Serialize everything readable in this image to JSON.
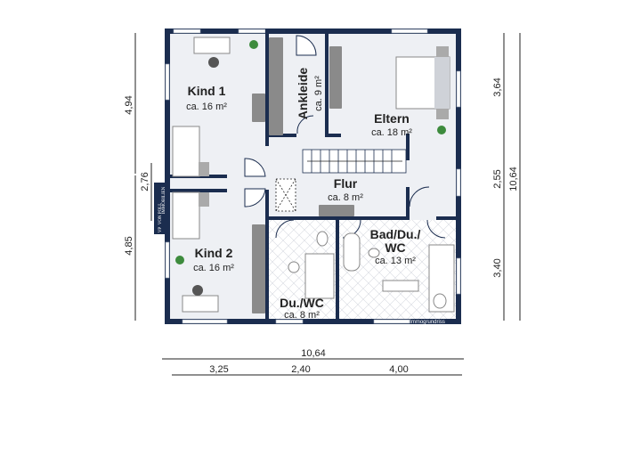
{
  "plan": {
    "rooms": [
      {
        "name": "Kind 1",
        "area": "ca. 16 m²"
      },
      {
        "name": "Ankleide",
        "area": "ca. 9 m²"
      },
      {
        "name": "Eltern",
        "area": "ca. 18 m²"
      },
      {
        "name": "Flur",
        "area": "ca. 8 m²"
      },
      {
        "name": "Kind 2",
        "area": "ca. 16 m²"
      },
      {
        "name": "Bad/Du./",
        "name2": "WC",
        "area": "ca. 13 m²"
      },
      {
        "name": "Du./WC",
        "area": "ca. 8 m²"
      }
    ],
    "dimensions": {
      "bottom_total": "10,64",
      "bottom_parts": [
        "3,25",
        "2,40",
        "4,00"
      ],
      "left_parts": [
        "4,94",
        "2,76",
        "4,85"
      ],
      "right_parts": [
        "3,64",
        "2,55",
        "3,40"
      ],
      "right_total": "10,64"
    },
    "watermark": "Immogrundriss",
    "logo": {
      "initials": "VP",
      "name": "VON POLL",
      "sub": "IMMOBILIEN"
    },
    "colors": {
      "wall": "#1b2d4f",
      "floor": "#eef0f4",
      "tile": "#ffffff",
      "furniture": "#8a8a8a"
    }
  }
}
